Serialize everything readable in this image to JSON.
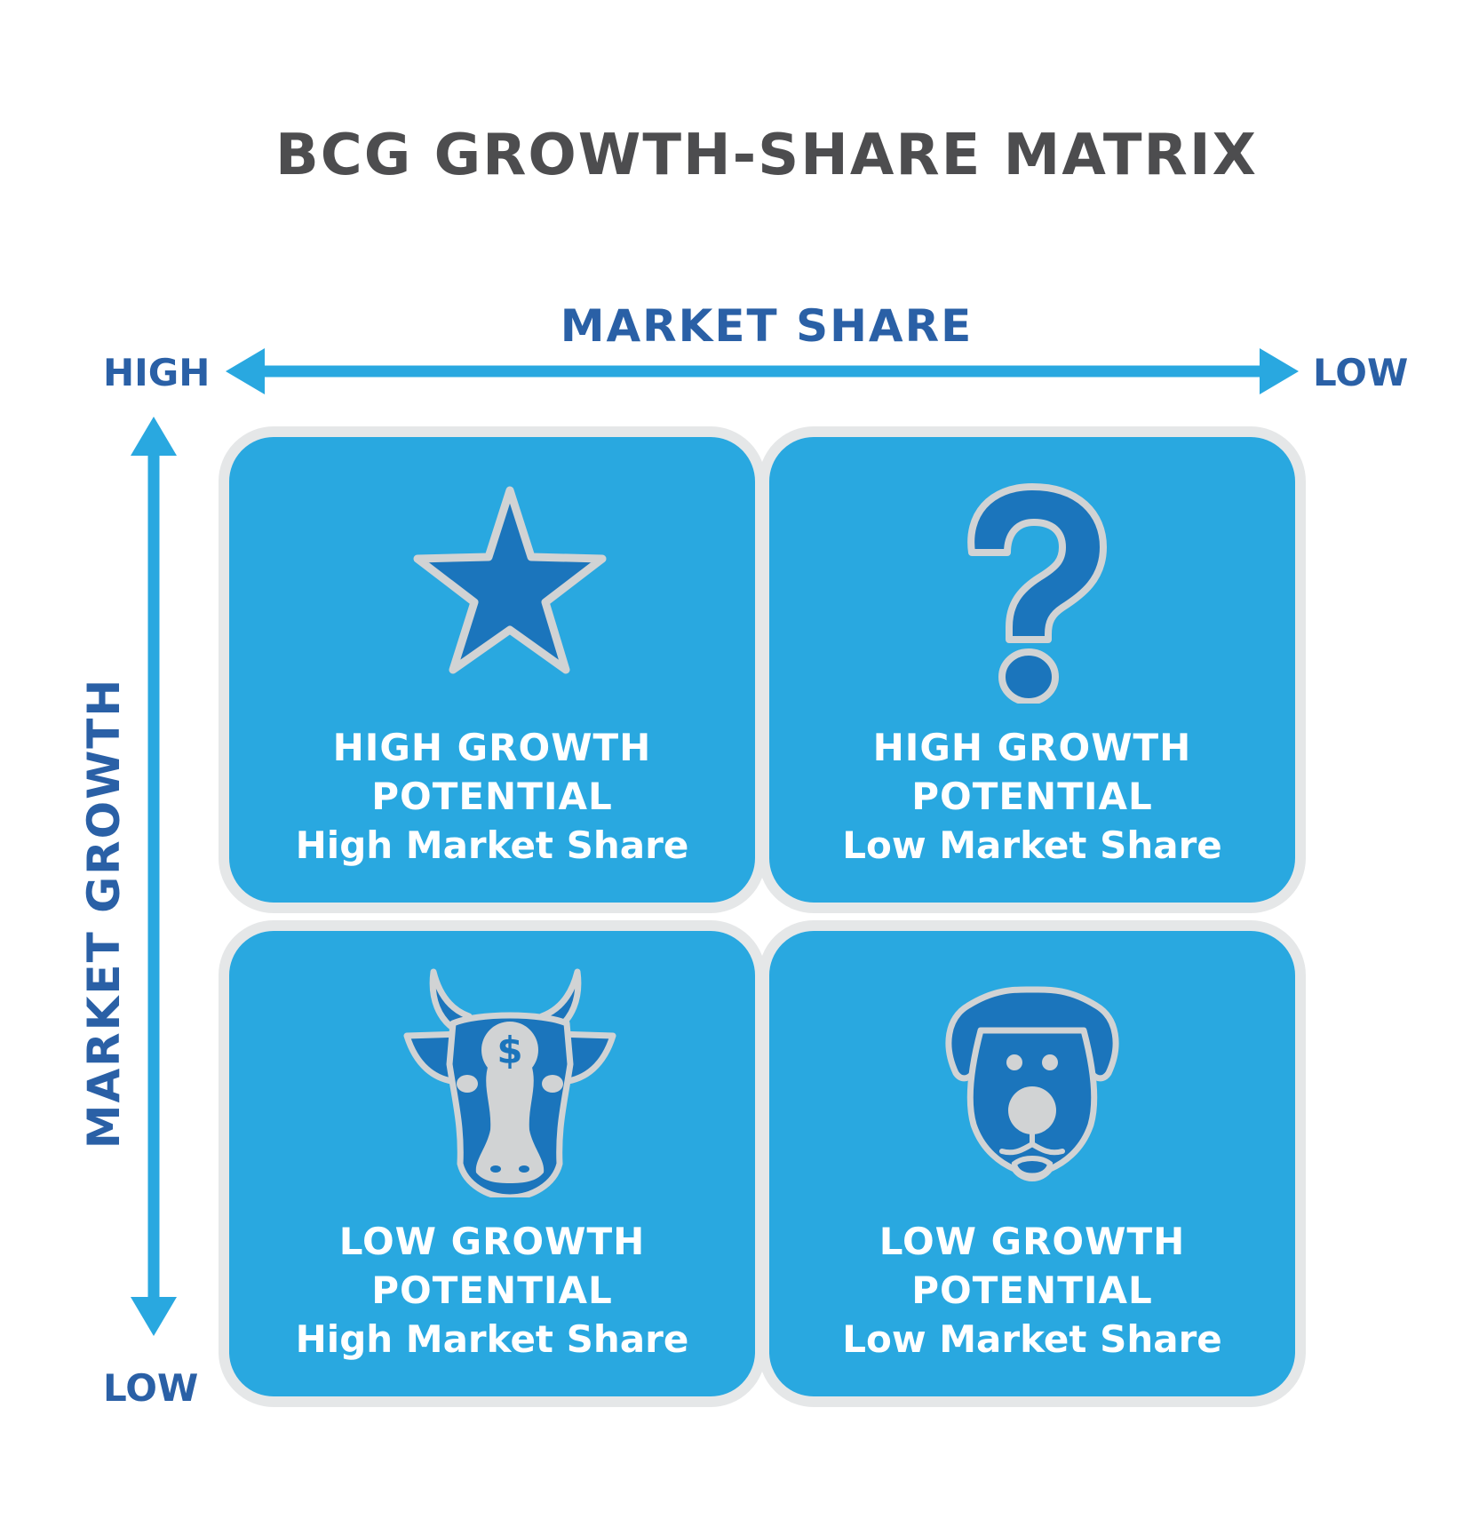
{
  "title": "BCG GROWTH-SHARE MATRIX",
  "x_axis": {
    "title": "MARKET SHARE",
    "left_label": "HIGH",
    "right_label": "LOW"
  },
  "y_axis": {
    "title": "MARKET GROWTH",
    "bottom_label": "LOW"
  },
  "colors": {
    "quadrant": "#29a8e0",
    "icon": "#1b75bc",
    "icon_outline": "#d1d3d4",
    "axis": "#29a8e0",
    "text_dark": "#2a60a6",
    "title": "#4d4d4f"
  },
  "quadrants": [
    {
      "icon": "star-icon",
      "growth": "HIGH GROWTH",
      "potential": "POTENTIAL",
      "share": "High Market Share"
    },
    {
      "icon": "question-mark-icon",
      "growth": "HIGH GROWTH",
      "potential": "POTENTIAL",
      "share": "Low Market Share"
    },
    {
      "icon": "cow-dollar-icon",
      "growth": "LOW GROWTH",
      "potential": "POTENTIAL",
      "share": "High Market Share"
    },
    {
      "icon": "dog-icon",
      "growth": "LOW GROWTH",
      "potential": "POTENTIAL",
      "share": "Low Market Share"
    }
  ]
}
